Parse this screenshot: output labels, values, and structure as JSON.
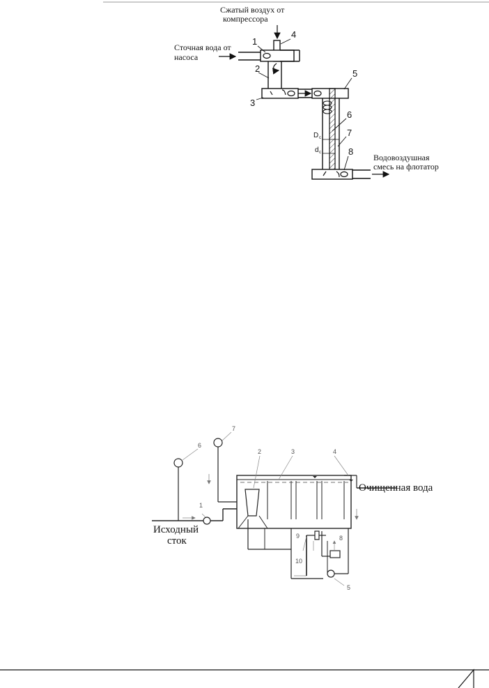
{
  "figure1": {
    "air_label_line1": "Сжатый воздух от",
    "air_label_line2": "компрессора",
    "water_label_line1": "Сточная вода от",
    "water_label_line2": "насоса",
    "mix_label_line1": "Водовоздушная",
    "mix_label_line2": "смесь на флотатор",
    "numbers": [
      "1",
      "2",
      "3",
      "4",
      "5",
      "6",
      "7",
      "8"
    ],
    "dim_large": "D",
    "dim_large_sub": "c",
    "dim_small": "d",
    "dim_small_sub": "c"
  },
  "figure2": {
    "inlet_line1": "Исходный",
    "inlet_line2": "сток",
    "outlet": "Очищенная вода",
    "numbers": [
      "1",
      "2",
      "3",
      "4",
      "5",
      "6",
      "7",
      "8",
      "9",
      "10"
    ]
  },
  "colors": {
    "line": "#111111",
    "hatch": "#333333",
    "diagram2_line": "#222222"
  }
}
